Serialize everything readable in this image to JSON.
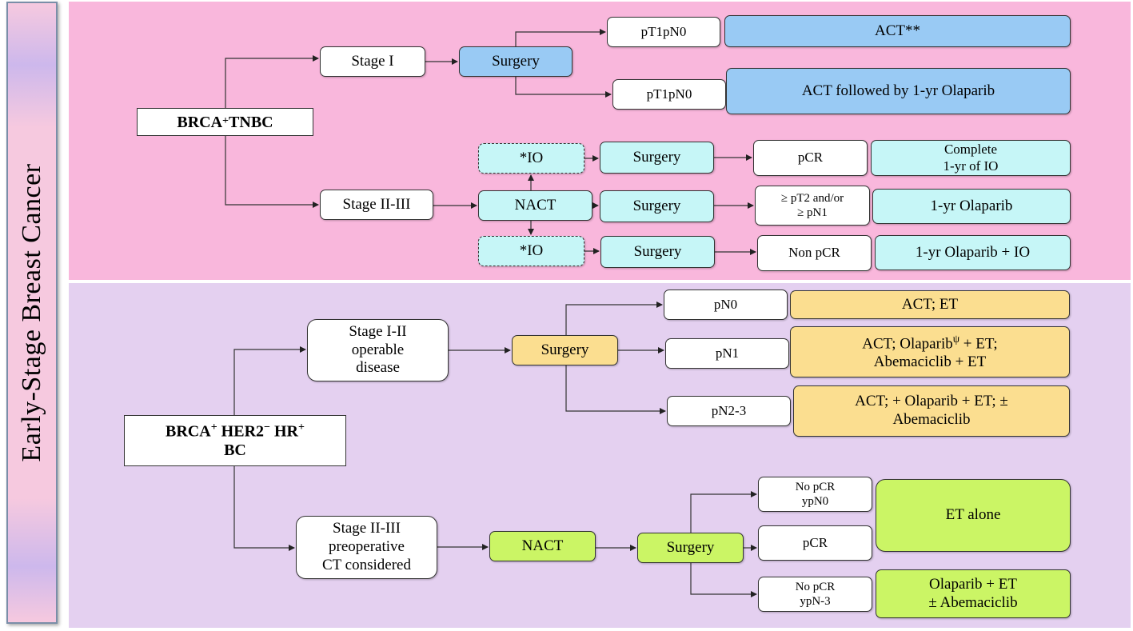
{
  "sidebar": {
    "title": "Early-Stage Breast Cancer"
  },
  "tnbc": {
    "root": {
      "main": "BRCA",
      "sup": "+",
      "rest": " TNBC"
    },
    "stage1": "Stage I",
    "surgery1": "Surgery",
    "path_top": {
      "label": "pT1pN0",
      "result": "ACT**"
    },
    "path_bottom": {
      "label": "pT1pN0",
      "result": "ACT followed by 1-yr Olaparib"
    },
    "stage23": "Stage II-III",
    "nact": "NACT",
    "io_top": "*IO",
    "io_bottom": "*IO",
    "surgery_a": "Surgery",
    "surgery_b": "Surgery",
    "surgery_c": "Surgery",
    "pcr": "pCR",
    "pcr_result": "Complete\n1-yr of IO",
    "pt2": "≥ pT2 and/or\n≥ pN1",
    "pt2_result": "1-yr Olaparib",
    "nonpcr": "Non pCR",
    "nonpcr_result": "1-yr Olaparib + IO"
  },
  "hr": {
    "root_line1": {
      "a": "BRCA",
      "a_sup": "+",
      "b": " HER2",
      "b_sup": "−",
      "c": " HR",
      "c_sup": "+"
    },
    "root_line2": "BC",
    "stage12": "Stage I-II\noperable\ndisease",
    "surgery1": "Surgery",
    "pn0": "pN0",
    "pn0_result": "ACT; ET",
    "pn1": "pN1",
    "pn1_result_a": "ACT; Olaparib",
    "pn1_result_sup": "ψ",
    "pn1_result_b": " + ET;",
    "pn1_result_c": "Abemaciclib + ET",
    "pn23": "pN2-3",
    "pn23_result": "ACT; + Olaparib + ET; ±\nAbemaciclib",
    "stage23": "Stage II-III\npreoperative\nCT considered",
    "nact": "NACT",
    "surgery2": "Surgery",
    "nopcr_n0": "No pCR\nypN0",
    "pcr": "pCR",
    "et_alone": "ET alone",
    "nopcr_n3": "No pCR\nypN-3",
    "olaparib_result": "Olaparib + ET\n± Abemaciclib"
  }
}
